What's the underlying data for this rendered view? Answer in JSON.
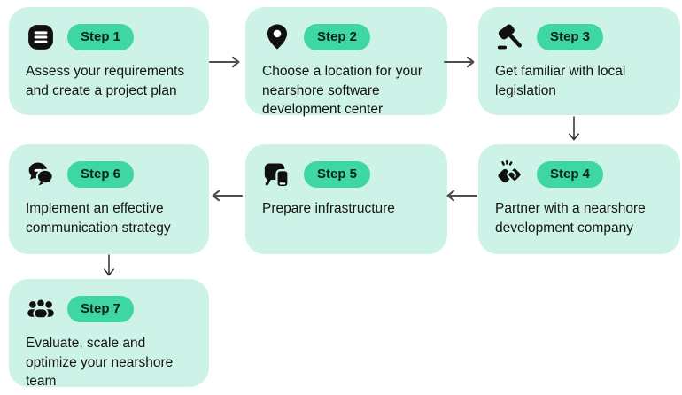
{
  "steps": [
    {
      "badge": "Step 1",
      "title": "Assess your requirements and create a project plan",
      "icon": "list-icon"
    },
    {
      "badge": "Step 2",
      "title": "Choose a location for your nearshore software development center",
      "icon": "location-pin-icon"
    },
    {
      "badge": "Step 3",
      "title": "Get familiar with local legislation",
      "icon": "gavel-icon"
    },
    {
      "badge": "Step 4",
      "title": "Partner with a nearshore development company",
      "icon": "handshake-icon"
    },
    {
      "badge": "Step 5",
      "title": "Prepare infrastructure",
      "icon": "devices-icon"
    },
    {
      "badge": "Step 6",
      "title": "Implement an effective communication strategy",
      "icon": "chat-bubbles-icon"
    },
    {
      "badge": "Step 7",
      "title": "Evaluate, scale and optimize your nearshore team",
      "icon": "people-group-icon"
    }
  ],
  "arrows": [
    {
      "from": "Step 1",
      "to": "Step 2",
      "direction": "right"
    },
    {
      "from": "Step 2",
      "to": "Step 3",
      "direction": "right"
    },
    {
      "from": "Step 3",
      "to": "Step 4",
      "direction": "down"
    },
    {
      "from": "Step 4",
      "to": "Step 5",
      "direction": "left"
    },
    {
      "from": "Step 5",
      "to": "Step 6",
      "direction": "left"
    },
    {
      "from": "Step 6",
      "to": "Step 7",
      "direction": "down"
    }
  ],
  "colors": {
    "card_background": "#cdf2e7",
    "badge_background": "#3ed7a3",
    "badge_text": "#0b231c",
    "title_text": "#141414",
    "icon_fill": "#101010",
    "horizontal_arrow": "#4d4d4d",
    "vertical_arrow": "#2e2e2e",
    "page_background": "#ffffff"
  }
}
